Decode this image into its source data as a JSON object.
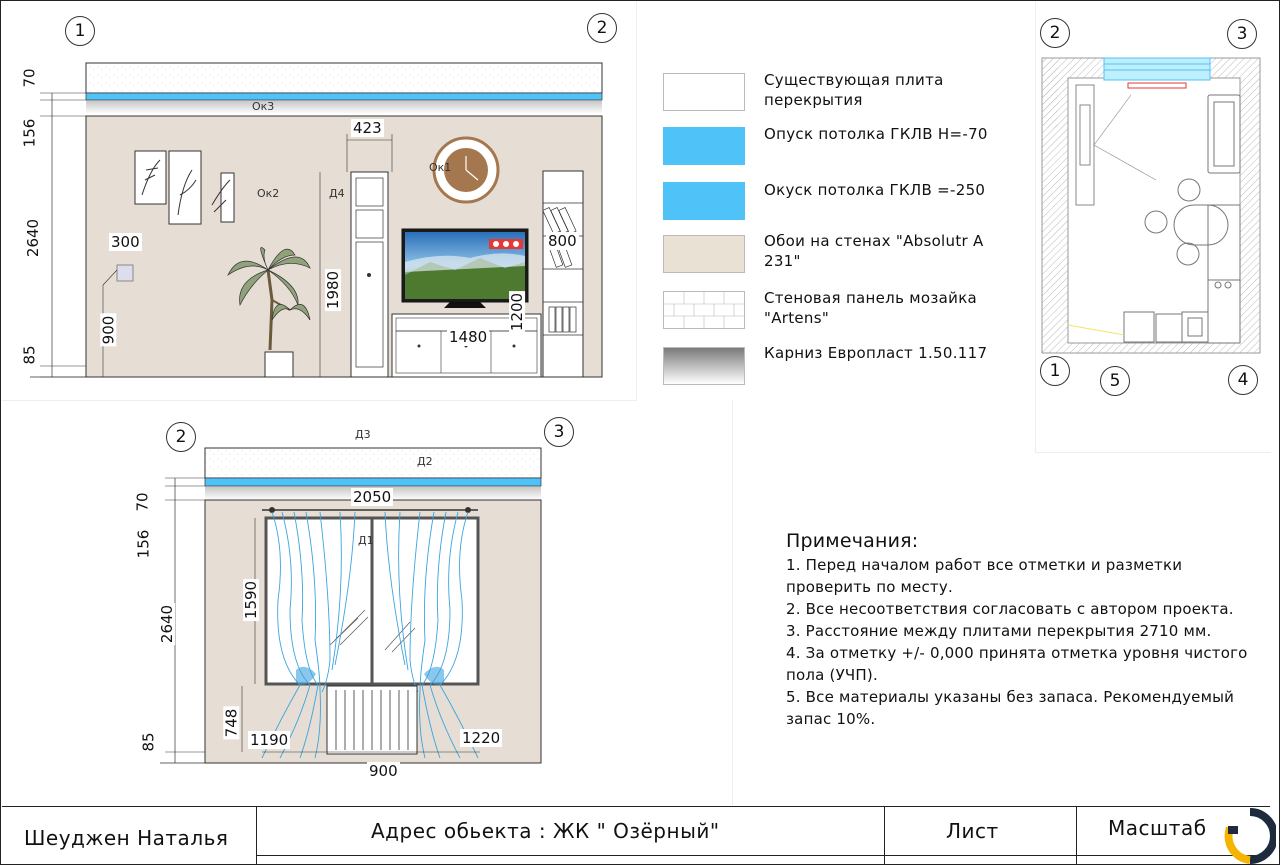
{
  "elevation_top": {
    "markers": [
      "1",
      "2"
    ],
    "dims_left": [
      "70",
      "156",
      "2640",
      "85"
    ],
    "dims": {
      "d423": "423",
      "d300": "300",
      "d900": "900",
      "d1980": "1980",
      "d800": "800",
      "d1480": "1480",
      "d1200": "1200"
    },
    "tags": {
      "ok3": "Ок3",
      "ok2": "Ок2",
      "ok1": "Ок1",
      "d4": "Д4"
    }
  },
  "elevation_bottom": {
    "markers": [
      "2",
      "3"
    ],
    "dims_left": [
      "70",
      "156",
      "2640",
      "85"
    ],
    "dims": {
      "d2050": "2050",
      "d1590": "1590",
      "d748": "748",
      "d1190": "1190",
      "d1220": "1220",
      "d900": "900"
    },
    "tags": {
      "d3": "Д3",
      "d2": "Д2",
      "d1": "Д1"
    }
  },
  "plan": {
    "markers": [
      "2",
      "3",
      "1",
      "5",
      "4"
    ]
  },
  "legend": [
    {
      "text": "Существующая плита перекрытия",
      "swatch": "#ffffff"
    },
    {
      "text": "Опуск потолка ГКЛВ Н=-70",
      "swatch": "#4fc3f7"
    },
    {
      "text": "Окуск потолка ГКЛВ =-250",
      "swatch": "#4fc3f7"
    },
    {
      "text": "Обои на стенах \"Absolutr A 231\"",
      "swatch": "#e9e1d4"
    },
    {
      "text": "Стеновая панель мозайка \"Artens\"",
      "swatch": "#ffffff"
    },
    {
      "text": "Карниз Европласт 1.50.117",
      "swatch": "#9a9a9a"
    }
  ],
  "notes": {
    "title": "Примечания:",
    "items": [
      "1. Перед началом работ все отметки и разметки проверить по месту.",
      "2. Все несоответствия согласовать с автором проекта.",
      "3. Расстояние между плитами перекрытия 2710 мм.",
      "4. За отметку +/- 0,000 принята отметка уровня чистого пола (УЧП).",
      "5. Все материалы указаны без запаса. Рекомендуемый запас 10%."
    ]
  },
  "title_block": {
    "author": "Шеуджен Наталья",
    "address": "Адрес обьекта : ЖК \" Озёрный\"",
    "sheet": "Лист",
    "scale": "Масштаб"
  },
  "colors": {
    "ceiling_blue": "#4fc3f7",
    "wall": "#e6ded5",
    "line": "#333333"
  }
}
